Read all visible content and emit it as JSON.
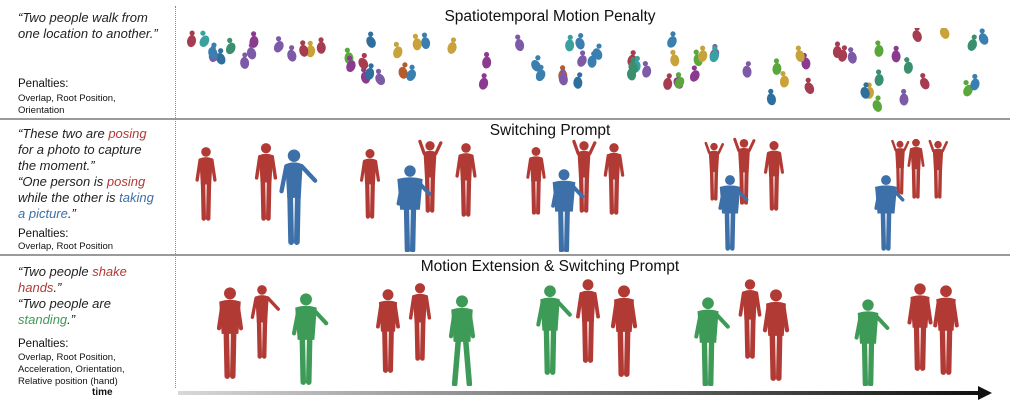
{
  "rows": [
    {
      "title": "Spatiotemporal Motion Penalty",
      "quote_lines": [
        "“Two people walk from",
        "one location to another.”"
      ],
      "penalties_heading": "Penalties:",
      "penalties_lines": [
        "Overlap, Root Position,",
        "Orientation"
      ]
    },
    {
      "title": "Switching Prompt",
      "quote1_parts": [
        "“These two are ",
        "posing",
        " for a photo to capture",
        "the moment.”"
      ],
      "quote2_parts": [
        "“One person is ",
        "posing",
        " while the other is ",
        "taking",
        "a picture",
        ".”"
      ],
      "penalties_heading": "Penalties:",
      "penalties_lines": [
        "Overlap, Root Position"
      ]
    },
    {
      "title": "Motion Extension & Switching Prompt",
      "quote1_parts": [
        "“Two people ",
        "shake",
        "hands",
        ".”"
      ],
      "quote2_parts": [
        "“Two people are",
        "standing",
        ".”"
      ],
      "penalties_heading": "Penalties:",
      "penalties_lines": [
        "Overlap, Root Position,",
        "Acceleration, Orientation,",
        "Relative position (hand)"
      ]
    }
  ],
  "time_label": "time",
  "colors": {
    "red": "#b23a35",
    "blue": "#3d6fa8",
    "green": "#3e9a57",
    "separator": "#9a9a9a"
  }
}
